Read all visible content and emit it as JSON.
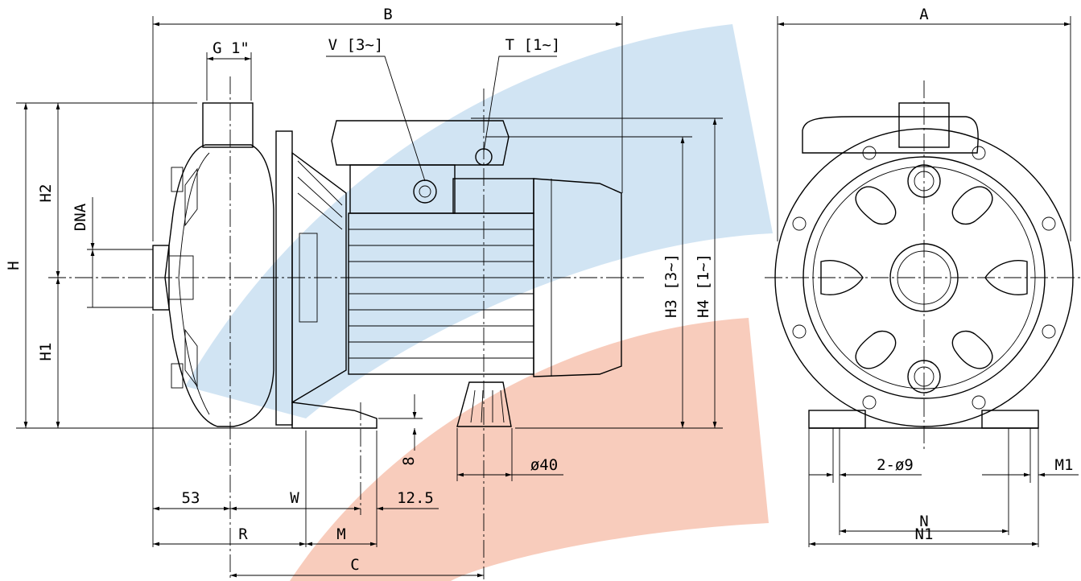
{
  "labels": {
    "B": "B",
    "A": "A",
    "G": "G 1\"",
    "V": "V [3~]",
    "T": "T [1~]",
    "H": "H",
    "H2": "H2",
    "H1": "H1",
    "DNA": "DNA",
    "H3": "H3 [3~]",
    "H4": "H4 [1~]",
    "d53": "53",
    "W": "W",
    "d12_5": "12.5",
    "R": "R",
    "M": "M",
    "C": "C",
    "d8": "8",
    "d40": "ø40",
    "hole": "2-ø9",
    "M1": "M1",
    "N": "N",
    "N1": "N1"
  },
  "colors": {
    "band_blue": "#cfe3f2",
    "band_orange": "#f8c9b8",
    "line": "#000000"
  }
}
